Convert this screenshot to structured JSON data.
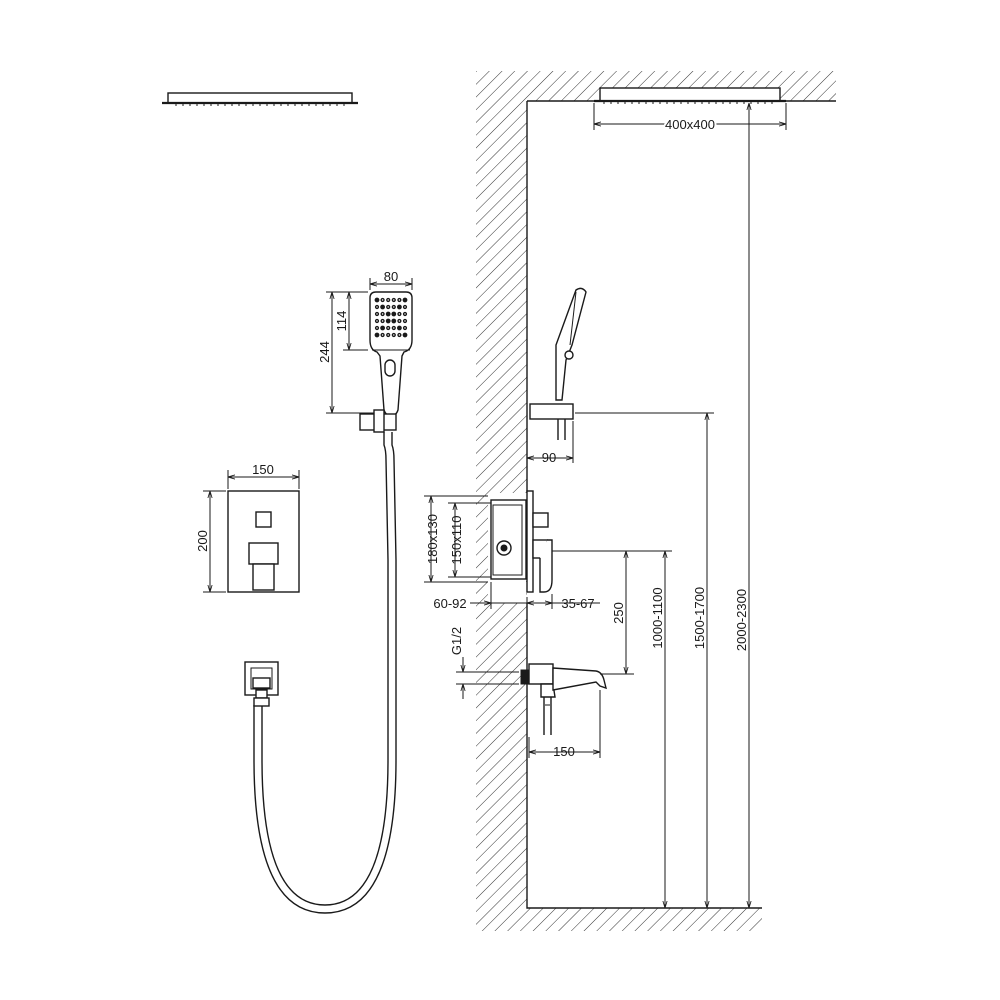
{
  "dimensions": {
    "rain_head_size": "400x400",
    "hand_width": "80",
    "hand_head_height": "114",
    "hand_total_height": "244",
    "plate_width": "150",
    "plate_height": "200",
    "holder_offset": "90",
    "box_outer": "180x130",
    "box_inner": "150x110",
    "box_depth": "60-92",
    "lever_projection": "35-67",
    "mixer_to_spout": "250",
    "thread": "G1/2",
    "spout_length": "150",
    "spout_height": "1000-1100",
    "holder_height": "1500-1700",
    "rain_height": "2000-2300"
  }
}
